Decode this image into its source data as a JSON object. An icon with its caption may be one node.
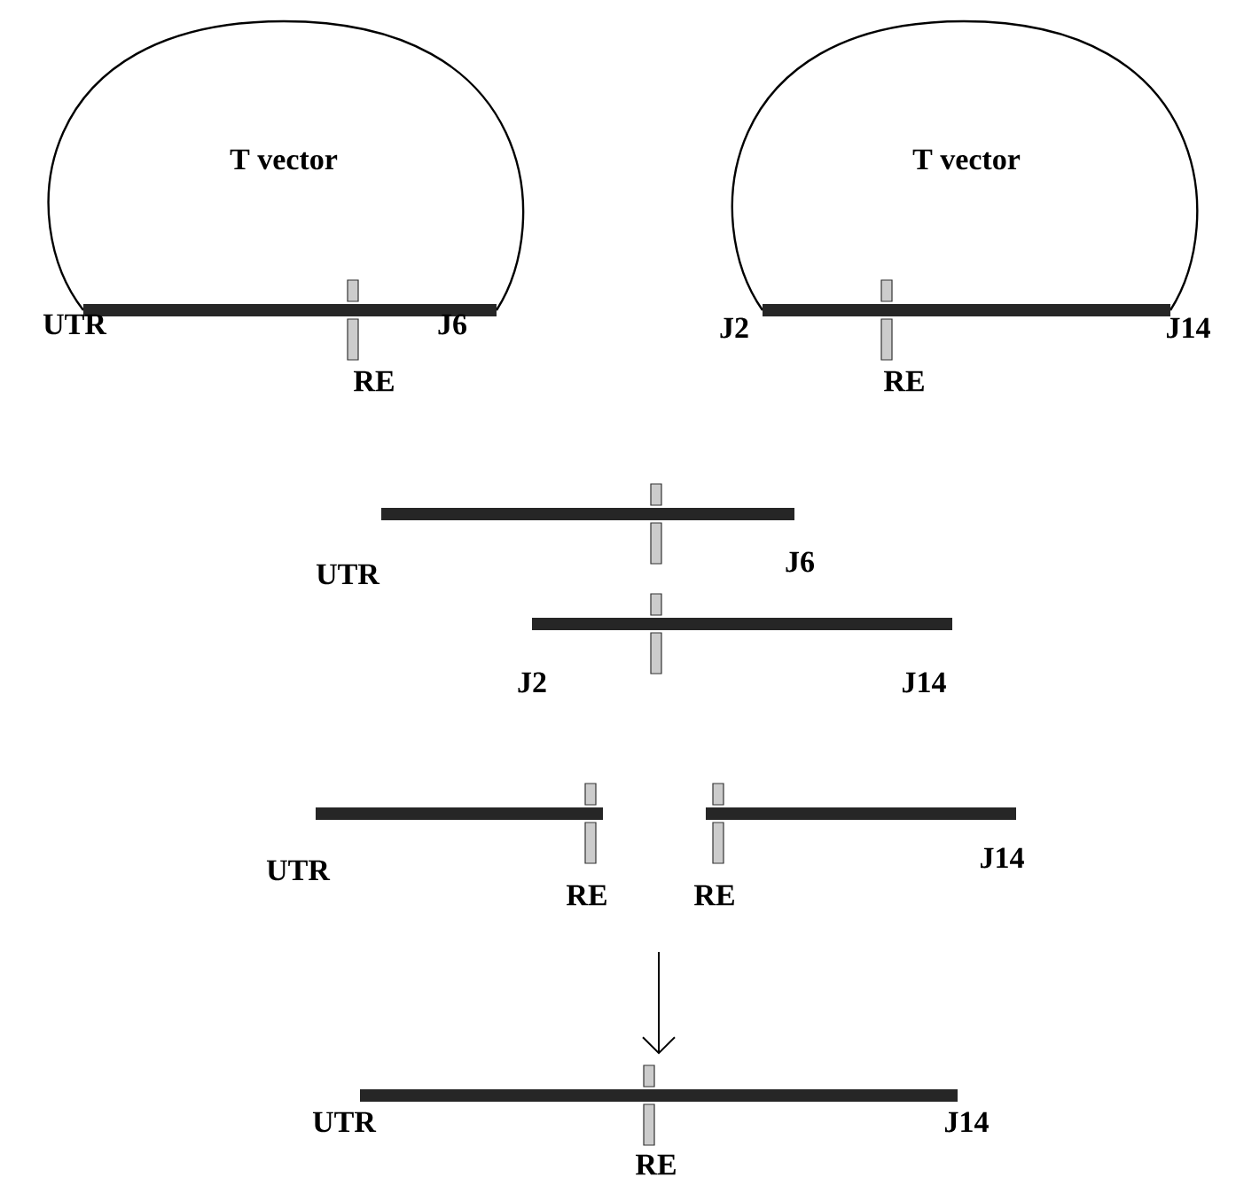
{
  "diagram": {
    "nodes": [
      {
        "text": [
          "T vector"
        ]
      },
      {
        "text": [
          "T vector"
        ]
      },
      {
        "text": [],
        "shape": "bar"
      }
    ],
    "edges": [
      {
        "from": null,
        "to": 2,
        "arrow": "to"
      }
    ],
    "labels": [
      "UTR",
      "J6",
      "J2",
      "J14",
      "RE",
      "RE",
      "J6",
      "UTR",
      "J2",
      "J14",
      "J14",
      "UTR",
      "RE",
      "RE",
      "UTR",
      "J14",
      "RE"
    ]
  }
}
